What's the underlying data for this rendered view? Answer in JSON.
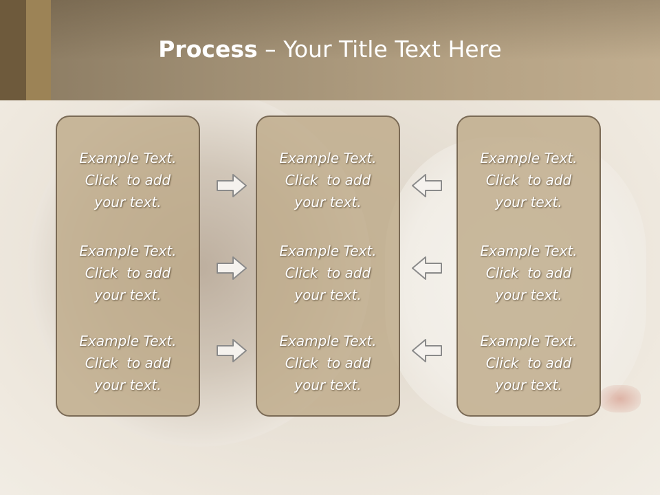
{
  "title": {
    "bold": "Process",
    "rest": " – Your Title Text Here"
  },
  "panels": [
    {
      "blocks": [
        {
          "line1": "Example Text.",
          "line2": "Click  to add",
          "line3": "your text."
        },
        {
          "line1": "Example Text.",
          "line2": "Click  to add",
          "line3": "your text."
        },
        {
          "line1": "Example Text.",
          "line2": "Click  to add",
          "line3": "your text."
        }
      ]
    },
    {
      "blocks": [
        {
          "line1": "Example Text.",
          "line2": "Click  to add",
          "line3": "your text."
        },
        {
          "line1": "Example Text.",
          "line2": "Click  to add",
          "line3": "your text."
        },
        {
          "line1": "Example Text.",
          "line2": "Click  to add",
          "line3": "your text."
        }
      ]
    },
    {
      "blocks": [
        {
          "line1": "Example Text.",
          "line2": "Click  to add",
          "line3": "your text."
        },
        {
          "line1": "Example Text.",
          "line2": "Click  to add",
          "line3": "your text."
        },
        {
          "line1": "Example Text.",
          "line2": "Click  to add",
          "line3": "your text."
        }
      ]
    }
  ],
  "arrows": {
    "left_column": [
      "arrow-right-icon",
      "arrow-right-icon",
      "arrow-right-icon"
    ],
    "right_column": [
      "arrow-left-icon",
      "arrow-left-icon",
      "arrow-left-icon"
    ]
  },
  "colors": {
    "header": "#a08f74",
    "panel_fill": "#beab8a",
    "panel_border": "#7a6a55",
    "text": "#ffffff"
  }
}
